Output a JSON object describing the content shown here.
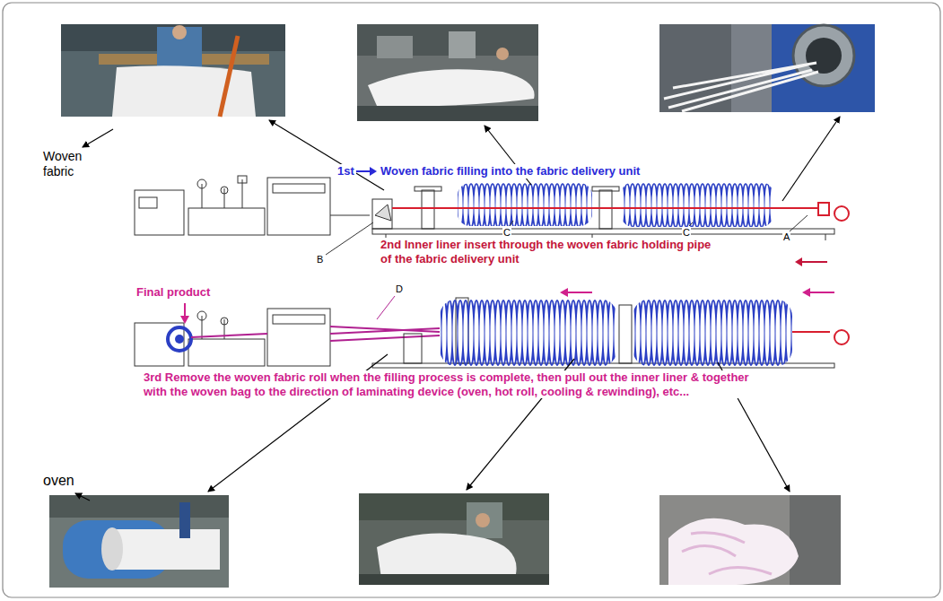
{
  "diagram": {
    "labels": [
      "Woven fabric",
      "1st",
      "Woven fabric filling into the fabric delivery unit",
      "C",
      "C",
      "A",
      "B",
      "2nd Inner liner insert through the woven fabric holding pipe of the fabric delivery unit",
      "Final product",
      "D",
      "3rd Remove the woven fabric roll when the filling process is complete, then pull out the inner liner & together with the woven bag to the direction of laminating device (oven, hot roll, cooling & rewinding), etc...",
      "oven"
    ]
  }
}
